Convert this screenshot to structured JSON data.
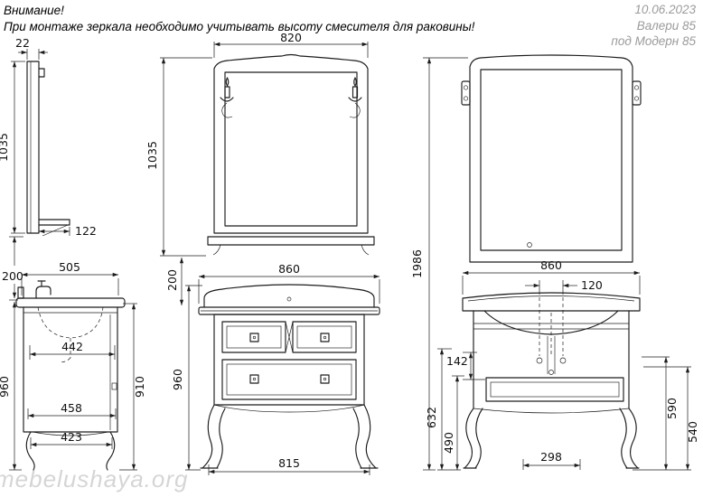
{
  "notes": {
    "title": "Внимание!",
    "text": "При монтаже зеркала необходимо учитывать высоту смесителя для раковины!"
  },
  "title_block": {
    "date": "10.06.2023",
    "model": "Валери 85",
    "variant": "под Модерн 85"
  },
  "watermark": "mebelushaya.org",
  "dims": {
    "mirror_side_width": "22",
    "mirror_side_height": "1035",
    "mirror_shelf_depth": "122",
    "mirror_width": "820",
    "mirror_height": "1035",
    "mirror_to_cabinet_gap": "200",
    "total_height": "1986",
    "side_gap": "200",
    "side_depth": "505",
    "side_inner_depth": "442",
    "side_height": "960",
    "side_body_height": "910",
    "side_mid_width": "458",
    "side_base_width": "423",
    "front_width": "860",
    "front_height": "960",
    "front_leg_span": "815",
    "modern_width": "860",
    "modern_hole_spacing": "120",
    "modern_drawer_height": "142",
    "modern_left_outer": "632",
    "modern_left_inner": "490",
    "modern_right_outer": "590",
    "modern_right_inner": "540",
    "modern_leg_gap": "298"
  }
}
